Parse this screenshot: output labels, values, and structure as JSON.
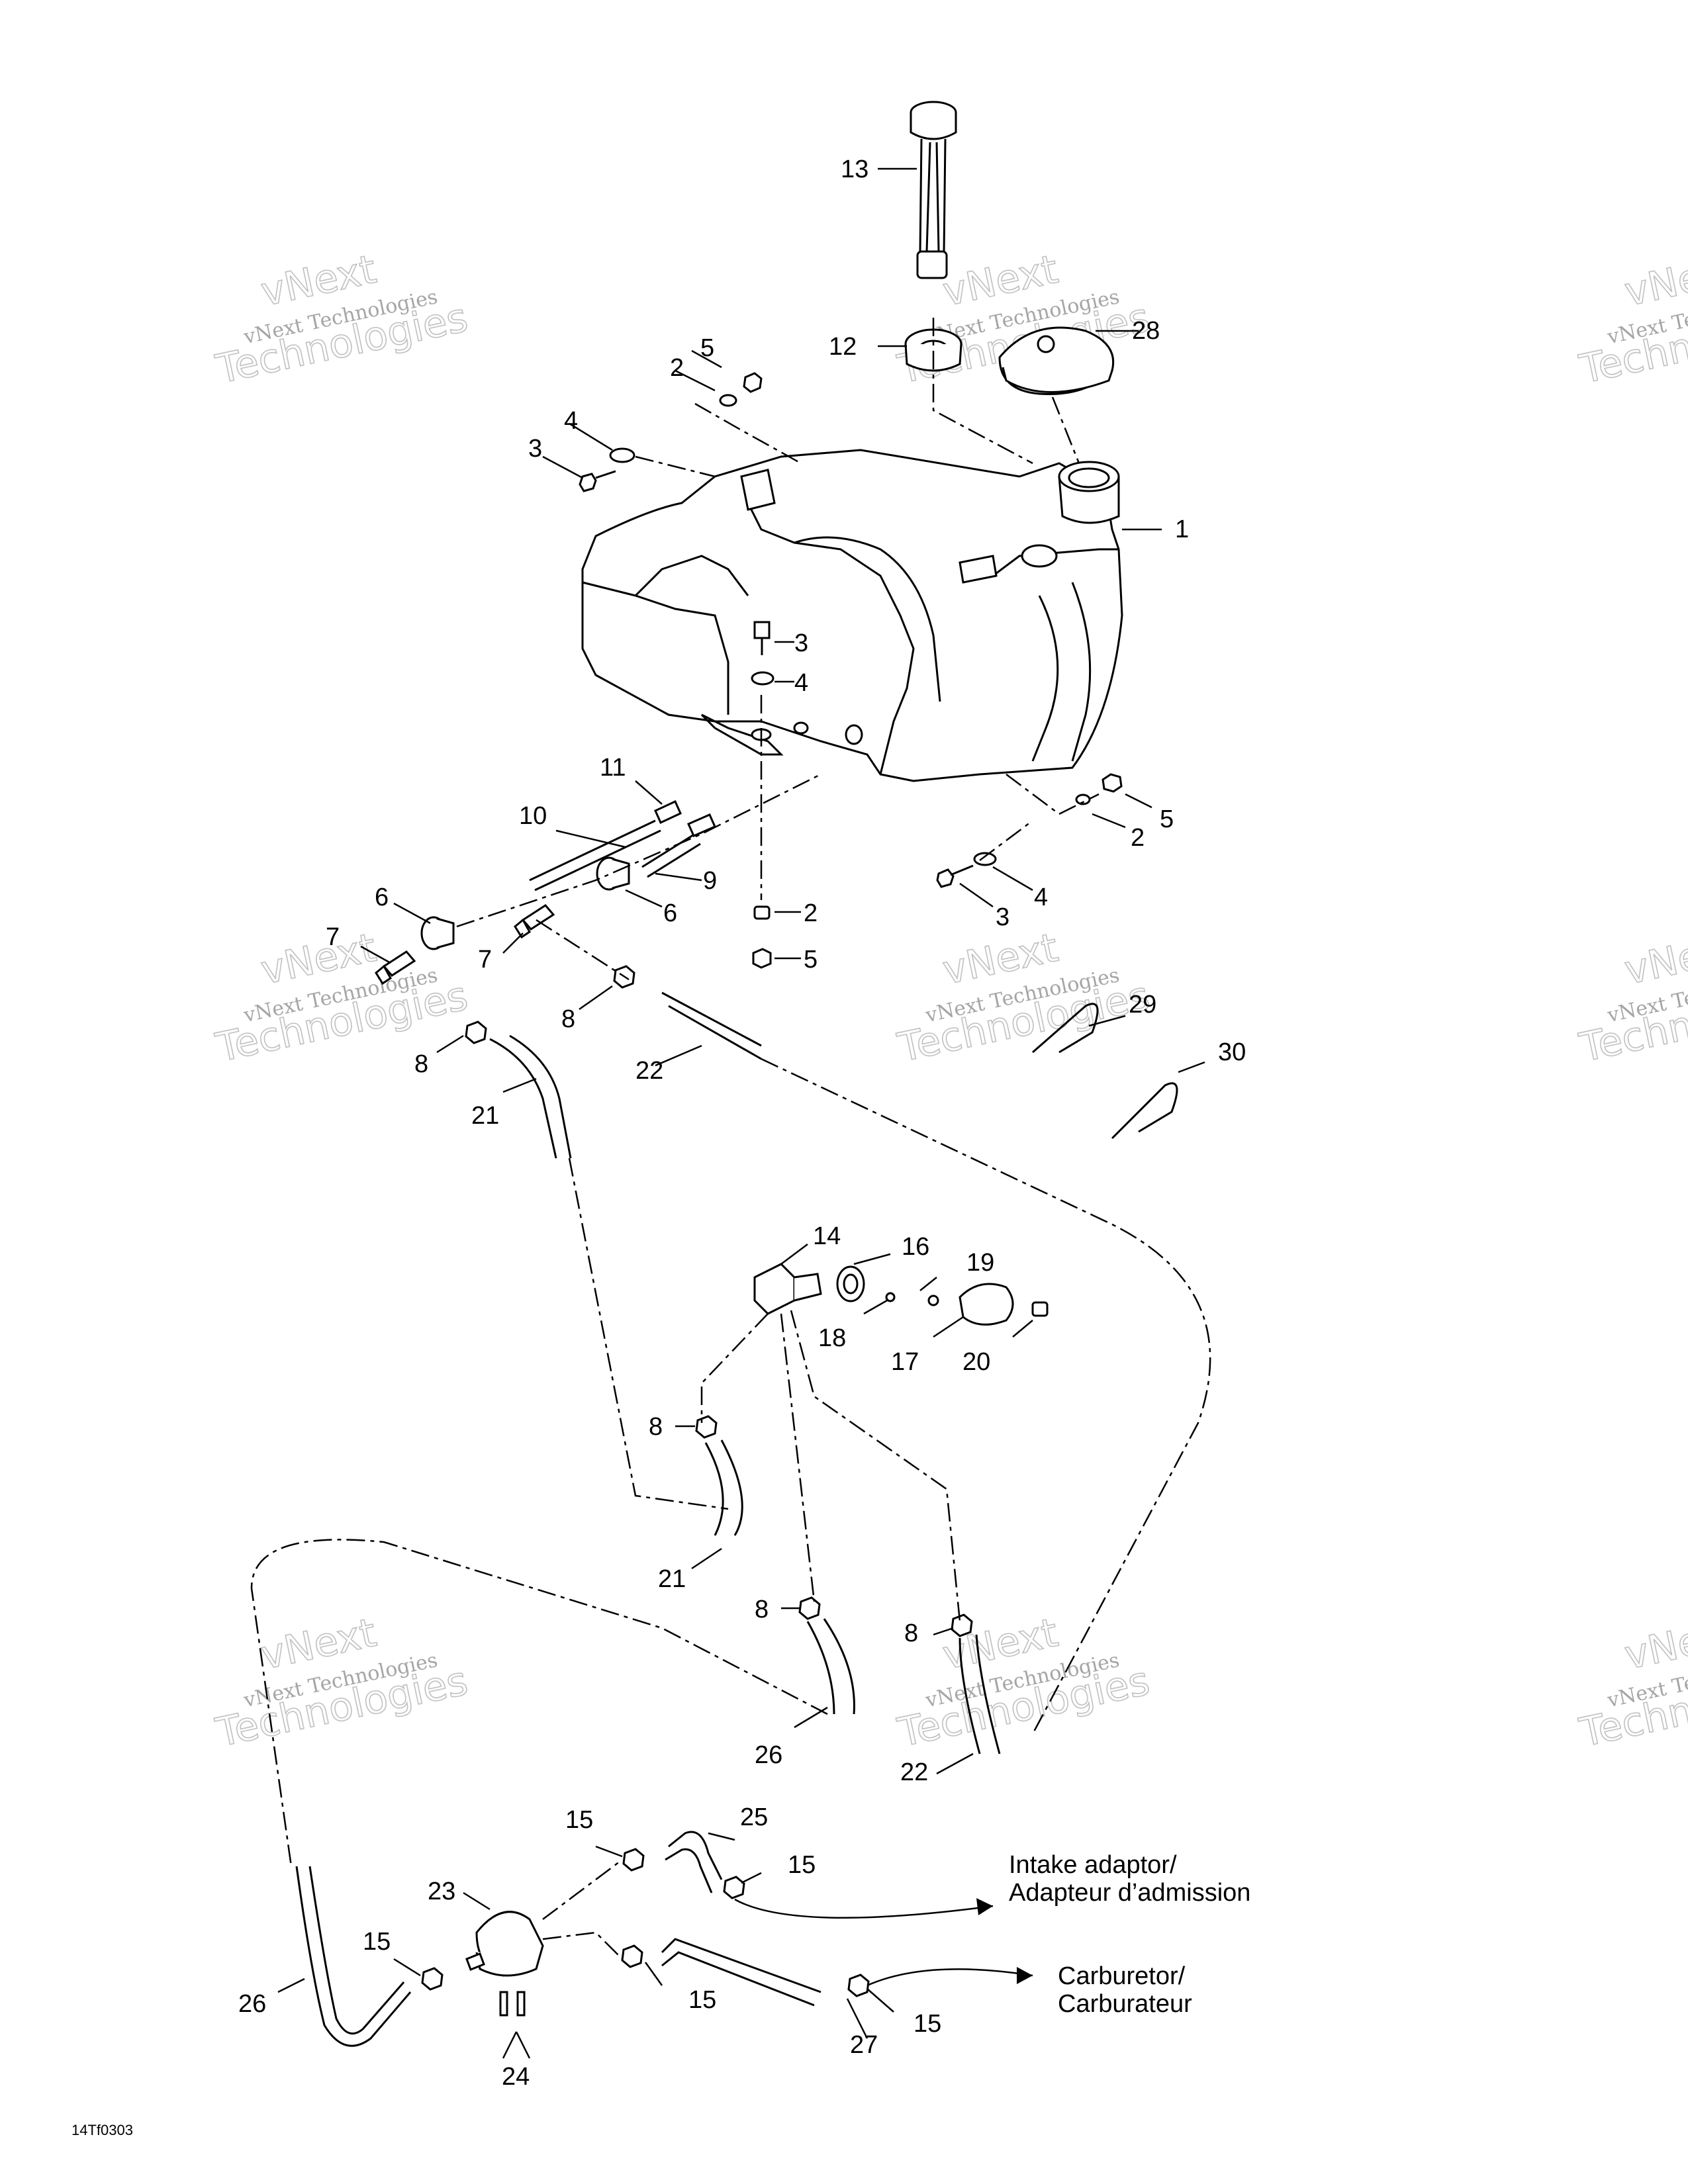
{
  "watermark": {
    "line1": "vNext",
    "line2": "vNext Technologies",
    "line3": "Technologies"
  },
  "callouts": {
    "c1": "1",
    "c2a": "2",
    "c2b": "2",
    "c2c": "2",
    "c3a": "3",
    "c3b": "3",
    "c3c": "3",
    "c4a": "4",
    "c4b": "4",
    "c4c": "4",
    "c5a": "5",
    "c5b": "5",
    "c5c": "5",
    "c6a": "6",
    "c6b": "6",
    "c7a": "7",
    "c7b": "7",
    "c8a": "8",
    "c8b": "8",
    "c8c": "8",
    "c8d": "8",
    "c8e": "8",
    "c9": "9",
    "c10": "10",
    "c11": "11",
    "c12": "12",
    "c13": "13",
    "c14": "14",
    "c15a": "15",
    "c15b": "15",
    "c15c": "15",
    "c15d": "15",
    "c15e": "15",
    "c16": "16",
    "c17": "17",
    "c18": "18",
    "c19": "19",
    "c20": "20",
    "c21a": "21",
    "c21b": "21",
    "c22a": "22",
    "c22b": "22",
    "c23": "23",
    "c24": "24",
    "c25": "25",
    "c26a": "26",
    "c26b": "26",
    "c27": "27",
    "c28": "28",
    "c29": "29",
    "c30": "30"
  },
  "notes": {
    "intake_en": "Intake adaptor/",
    "intake_fr": "Adapteur d’admission",
    "carb_en": "Carburetor/",
    "carb_fr": "Carburateur"
  },
  "figure_code": "14Tf0303"
}
